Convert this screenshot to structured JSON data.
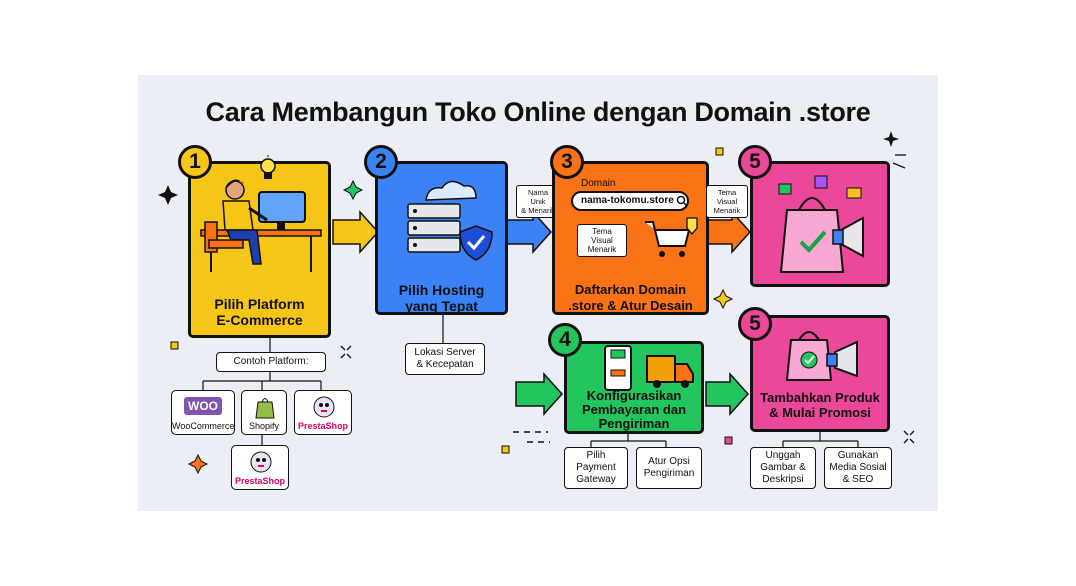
{
  "title": "Cara Membangun Toko Online dengan Domain .store",
  "colors": {
    "yellow": "#f5c518",
    "blue": "#3b82f6",
    "orange": "#f97316",
    "green": "#22c55e",
    "pink": "#ec4899",
    "background": "#eceef6"
  },
  "steps": [
    {
      "number": "1",
      "label": "Pilih Platform\nE-Commerce"
    },
    {
      "number": "2",
      "label": "Pilih Hosting\nyang Tepat"
    },
    {
      "number": "3",
      "label": "Daftarkan Domain\n.store & Atur Desain",
      "domain_heading": "Domain",
      "domain_value": "nama-tokomu.store",
      "design_note": "Tema Visual\nMenarik"
    },
    {
      "number": "5",
      "label": ""
    },
    {
      "number": "4",
      "label": "Konfigurasikan\nPembayaran dan\nPengiriman"
    },
    {
      "number": "5",
      "label": "Tambahkan Produk\n& Mulai Promosi"
    }
  ],
  "platforms": {
    "heading": "Contoh Platform:",
    "items": [
      {
        "name": "WooCommerce",
        "logo_text": "WOO"
      },
      {
        "name": "Shopify"
      },
      {
        "name": "PrestaShop"
      },
      {
        "name": "PrestaShop"
      }
    ]
  },
  "hosting_note": "Lokasi Server\n& Kecepatan",
  "arrow_tags": {
    "to_step3": "Nama Unik\n& Menarik",
    "to_step5": "Tema Visual\nMenarik"
  },
  "payment_notes": [
    "Pilih\nPayment\nGateway",
    "Atur Opsi\nPengiriman"
  ],
  "promo_notes": [
    "Unggah\nGambar &\nDeskripsi",
    "Gunakan\nMedia Sosial\n& SEO"
  ],
  "icons": [
    "person-at-desk-icon",
    "lightbulb-icon",
    "cloud-icon",
    "server-icon",
    "shield-check-icon",
    "shopping-cart-icon",
    "price-tag-icon",
    "shopping-bag-icon",
    "megaphone-icon",
    "smartphone-icon",
    "delivery-truck-icon",
    "sparkle-icon"
  ]
}
